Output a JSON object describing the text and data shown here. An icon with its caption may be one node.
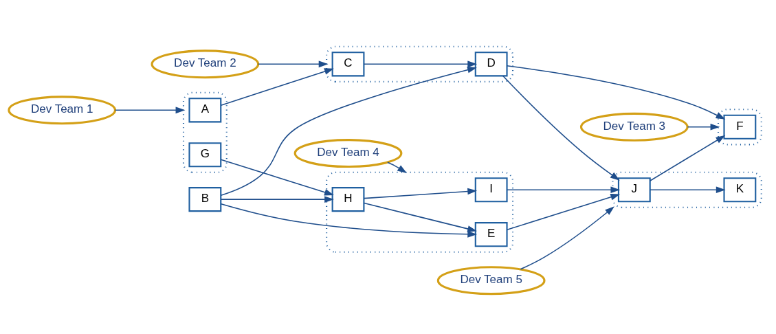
{
  "diagram": {
    "nodes": [
      {
        "text": [
          "Dev Team 2"
        ]
      },
      {
        "text": [],
        "shape": "ellipse"
      },
      {
        "text": [
          "C"
        ],
        "in": 1
      },
      {
        "text": [
          "D"
        ],
        "in": 1
      },
      {
        "text": [
          "Dev Team 3"
        ]
      },
      {
        "text": [],
        "shape": "ellipse"
      },
      {
        "text": [
          "F"
        ],
        "in": 5
      },
      {
        "text": [],
        "shape": "ellipse"
      },
      {
        "text": [
          "A"
        ],
        "in": 7
      },
      {
        "text": [
          "G"
        ],
        "in": 7
      },
      {
        "text": [
          "B"
        ]
      },
      {
        "text": [],
        "shape": "ellipse"
      },
      {
        "text": [
          "E"
        ],
        "in": 11
      },
      {
        "text": [
          "H"
        ],
        "in": 11
      },
      {
        "text": [
          "I"
        ],
        "in": 11
      },
      {
        "text": [],
        "shape": "ellipse"
      },
      {
        "text": [
          "J"
        ],
        "in": 15
      },
      {
        "text": [
          "K"
        ],
        "in": 15
      },
      {
        "text": [
          "Dev Team 5"
        ]
      },
      {
        "text": [
          "Dev Team 4"
        ]
      },
      {
        "text": [
          "Dev Team 1"
        ]
      }
    ],
    "edges": [
      {
        "from": 0,
        "to": 1,
        "arrow": "to"
      },
      {
        "from": 4,
        "to": 5,
        "arrow": "to"
      },
      {
        "from": 18,
        "to": 15,
        "arrow": "to"
      },
      {
        "from": 19,
        "to": 11,
        "arrow": "to"
      },
      {
        "from": 20,
        "to": 7,
        "arrow": "to"
      },
      {
        "from": 8,
        "to": 2,
        "arrow": "to"
      },
      {
        "from": 2,
        "to": 3,
        "arrow": "to"
      },
      {
        "from": 10,
        "to": 3,
        "arrow": "to"
      },
      {
        "from": 10,
        "to": 12,
        "arrow": "to"
      },
      {
        "from": 10,
        "to": 13,
        "arrow": "to"
      },
      {
        "from": 9,
        "to": 13,
        "arrow": "to"
      },
      {
        "from": 13,
        "to": 12,
        "arrow": "to"
      },
      {
        "from": 13,
        "to": 14,
        "arrow": "to"
      },
      {
        "from": 3,
        "to": 6,
        "arrow": "to"
      },
      {
        "from": 3,
        "to": 16,
        "arrow": "to"
      },
      {
        "from": 12,
        "to": 16,
        "arrow": "to"
      },
      {
        "from": 14,
        "to": 16,
        "arrow": "to"
      },
      {
        "from": 16,
        "to": 6,
        "arrow": "to"
      },
      {
        "from": 16,
        "to": 17,
        "arrow": "to"
      }
    ]
  }
}
